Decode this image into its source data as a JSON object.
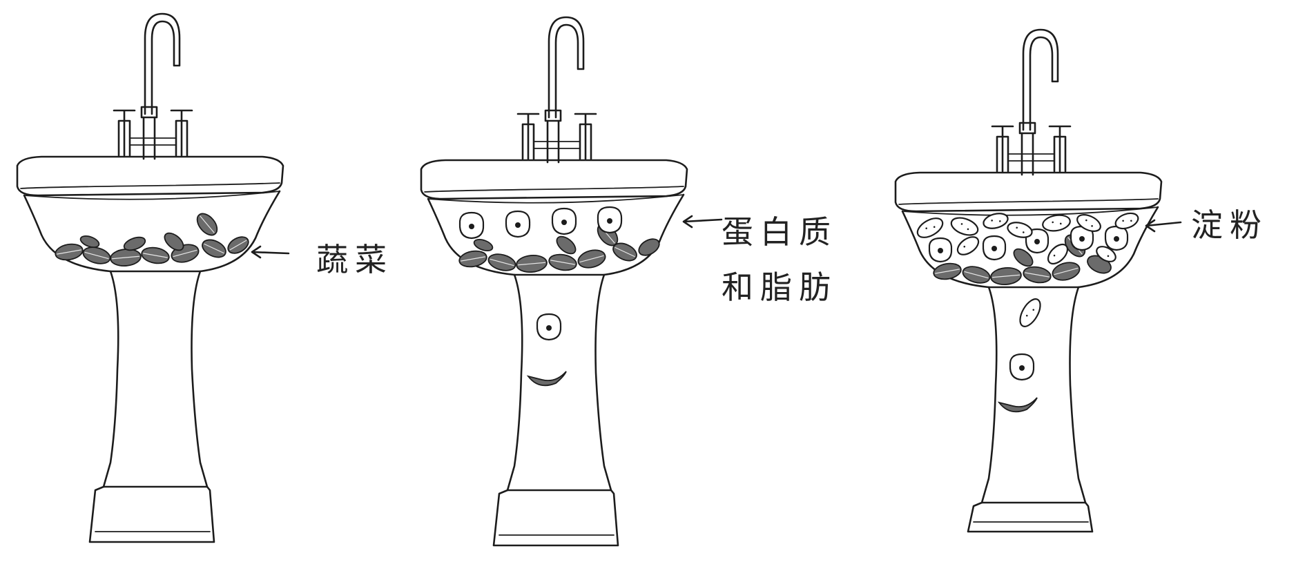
{
  "figure": {
    "sinks": [
      {
        "id": "vegetables",
        "label_lines": [
          "蔬菜"
        ],
        "layers": {
          "leaves": true,
          "eggs": false,
          "potatoes": false
        }
      },
      {
        "id": "protein-fat",
        "label_lines": [
          "蛋白质",
          "和脂肪"
        ],
        "layers": {
          "leaves": true,
          "eggs": true,
          "potatoes": false
        }
      },
      {
        "id": "starch",
        "label_lines": [
          "淀粉"
        ],
        "layers": {
          "leaves": true,
          "eggs": true,
          "potatoes": true
        }
      }
    ],
    "colors": {
      "ink": "#1c1c1c",
      "leaf_fill": "#6b6b6b",
      "background": "#ffffff"
    }
  }
}
